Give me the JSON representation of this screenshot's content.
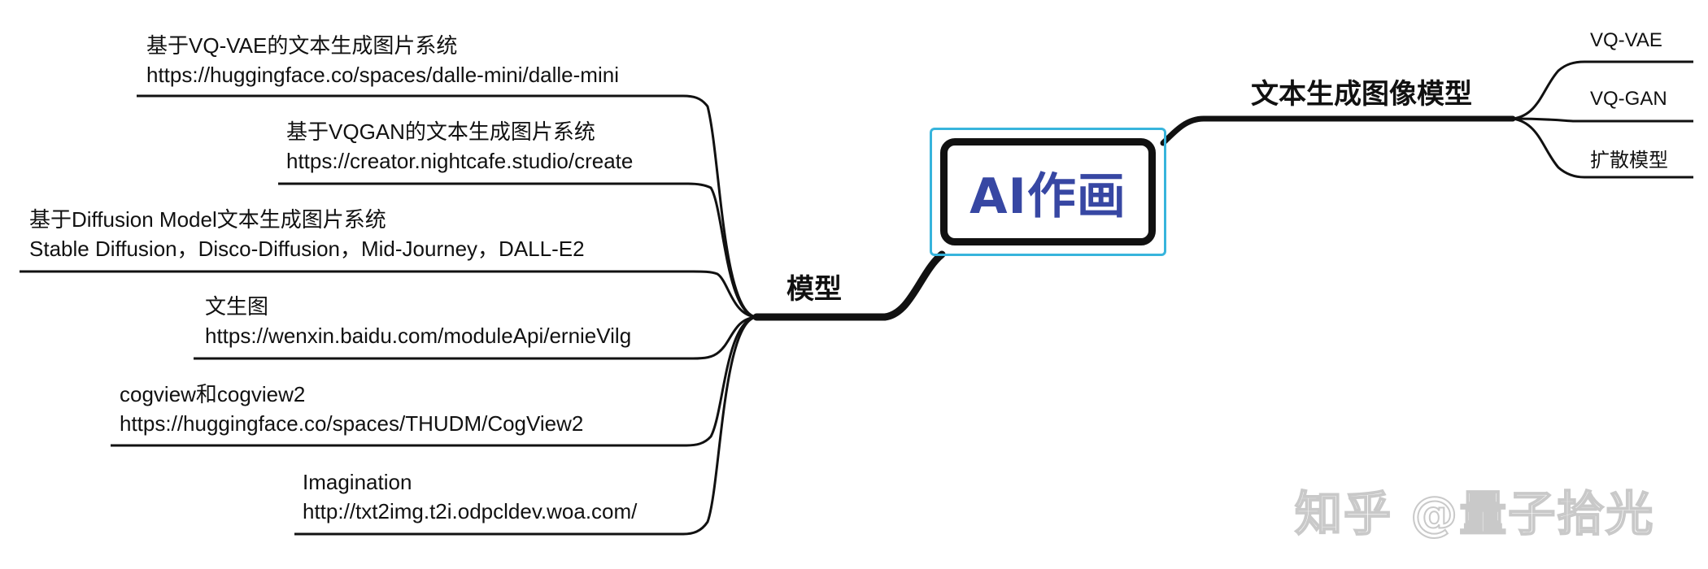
{
  "center": {
    "title": "AI作画"
  },
  "right_branch": {
    "title": "文本生成图像模型",
    "items": [
      "VQ-VAE",
      "VQ-GAN",
      "扩散模型"
    ]
  },
  "left_branch": {
    "title": "模型",
    "items": [
      {
        "line1": "基于VQ-VAE的文本生成图片系统",
        "line2": "https://huggingface.co/spaces/dalle-mini/dalle-mini"
      },
      {
        "line1": "基于VQGAN的文本生成图片系统",
        "line2": "https://creator.nightcafe.studio/create"
      },
      {
        "line1": "基于Diffusion Model文本生成图片系统",
        "line2": " Stable Diffusion，Disco-Diffusion，Mid-Journey，DALL-E2"
      },
      {
        "line1": "文生图",
        "line2": "https://wenxin.baidu.com/moduleApi/ernieVilg"
      },
      {
        "line1": "cogview和cogview2",
        "line2": "https://huggingface.co/spaces/THUDM/CogView2"
      },
      {
        "line1": "Imagination",
        "line2": "http://txt2img.t2i.odpcldev.woa.com/"
      }
    ]
  },
  "watermark": {
    "text": "知乎 @量子拾光"
  }
}
